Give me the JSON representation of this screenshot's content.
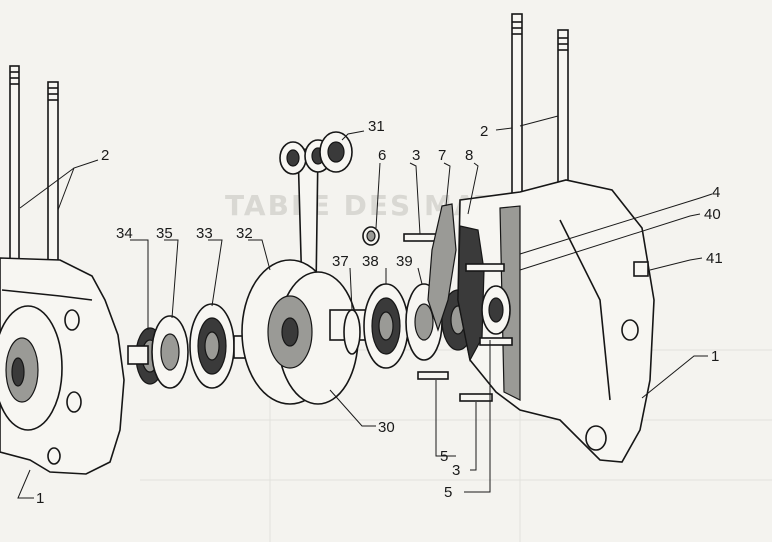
{
  "background_text": "TABLE DES MATIERES",
  "callouts": [
    {
      "id": "c2_left",
      "text": "2"
    },
    {
      "id": "c1_left",
      "text": "1"
    },
    {
      "id": "c34",
      "text": "34"
    },
    {
      "id": "c35",
      "text": "35"
    },
    {
      "id": "c33",
      "text": "33"
    },
    {
      "id": "c32",
      "text": "32"
    },
    {
      "id": "c31",
      "text": "31"
    },
    {
      "id": "c6",
      "text": "6"
    },
    {
      "id": "c3_top",
      "text": "3"
    },
    {
      "id": "c7",
      "text": "7"
    },
    {
      "id": "c8",
      "text": "8"
    },
    {
      "id": "c2_right",
      "text": "2"
    },
    {
      "id": "c4",
      "text": "4"
    },
    {
      "id": "c40",
      "text": "40"
    },
    {
      "id": "c41",
      "text": "41"
    },
    {
      "id": "c1_right",
      "text": "1"
    },
    {
      "id": "c37",
      "text": "37"
    },
    {
      "id": "c38",
      "text": "38"
    },
    {
      "id": "c39",
      "text": "39"
    },
    {
      "id": "c30",
      "text": "30"
    },
    {
      "id": "c5_upper",
      "text": "5"
    },
    {
      "id": "c3_bottom",
      "text": "3"
    },
    {
      "id": "c5_lower",
      "text": "5"
    }
  ]
}
